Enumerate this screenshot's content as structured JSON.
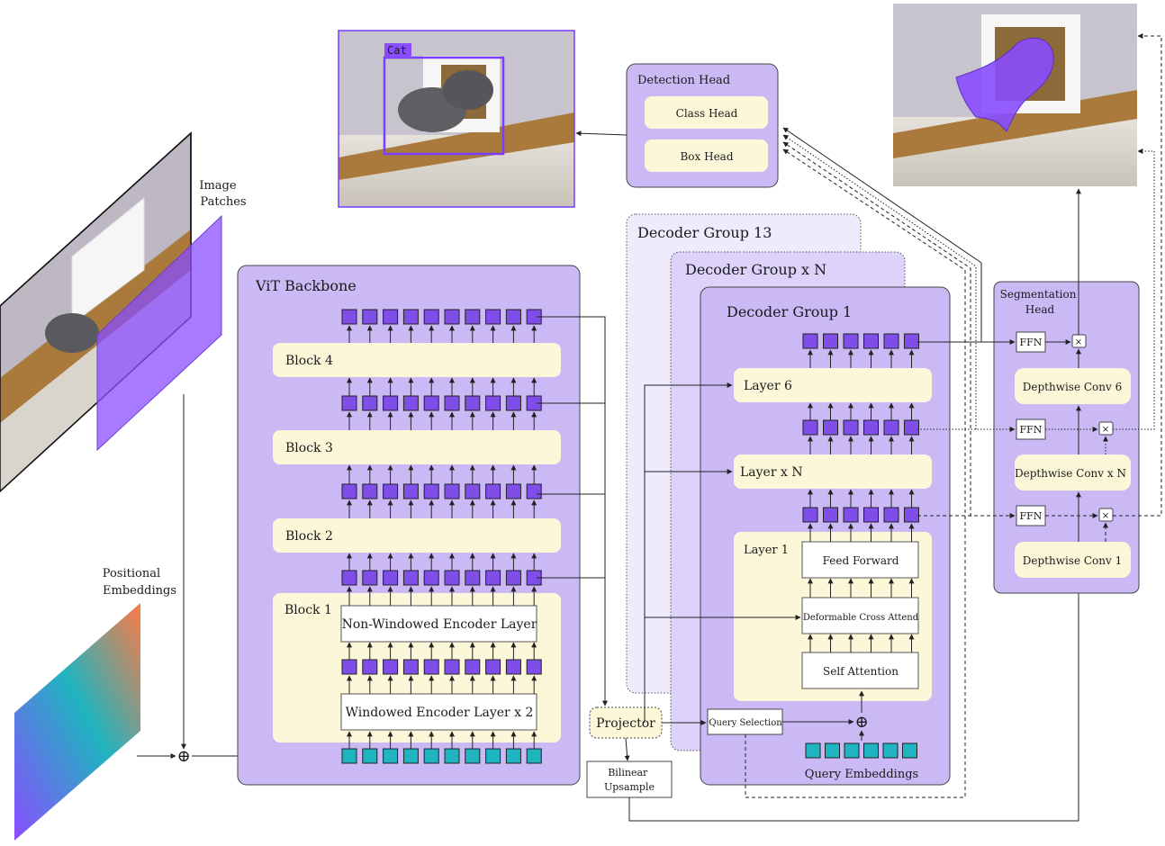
{
  "colors": {
    "panel": "#cbb9f6",
    "panel_light": "#ddd3fa",
    "panel_lighter": "#efebfd",
    "block": "#fdf7d9",
    "token": "#7f4ee8",
    "token_input": "#1fb4c0",
    "mask": "#8a4dff"
  },
  "icons": {
    "add": "plus-circle-icon",
    "multiply": "multiply-icon"
  },
  "labels": {
    "image_patches": [
      "Image",
      "Patches"
    ],
    "positional_embeddings": [
      "Positional",
      "Embeddings"
    ],
    "vit_backbone": "ViT Backbone",
    "block4": "Block 4",
    "block3": "Block 3",
    "block2": "Block 2",
    "block1": "Block 1",
    "non_windowed": "Non-Windowed Encoder Layer",
    "windowed": "Windowed Encoder Layer x 2",
    "projector": "Projector",
    "bilinear": [
      "Bilinear",
      "Upsample"
    ],
    "query_selection": "Query Selection",
    "query_embeddings": "Query Embeddings",
    "detection_head": "Detection Head",
    "class_head": "Class Head",
    "box_head": "Box Head",
    "decoder_group_13": "Decoder Group 13",
    "decoder_group_n": "Decoder Group x N",
    "decoder_group_1": "Decoder Group 1",
    "layer6": "Layer 6",
    "layer_n": "Layer x N",
    "layer1": "Layer 1",
    "feed_forward": "Feed Forward",
    "deformable": "Deformable Cross Attend",
    "self_attention": "Self Attention",
    "segmentation_head": [
      "Segmentation",
      "Head"
    ],
    "ffn": "FFN",
    "dwconv6": "Depthwise Conv 6",
    "dwconvN": "Depthwise Conv x N",
    "dwconv1": "Depthwise Conv 1",
    "cat_label": "Cat",
    "multiply_symbol": "×",
    "add_symbol": "⊕"
  }
}
